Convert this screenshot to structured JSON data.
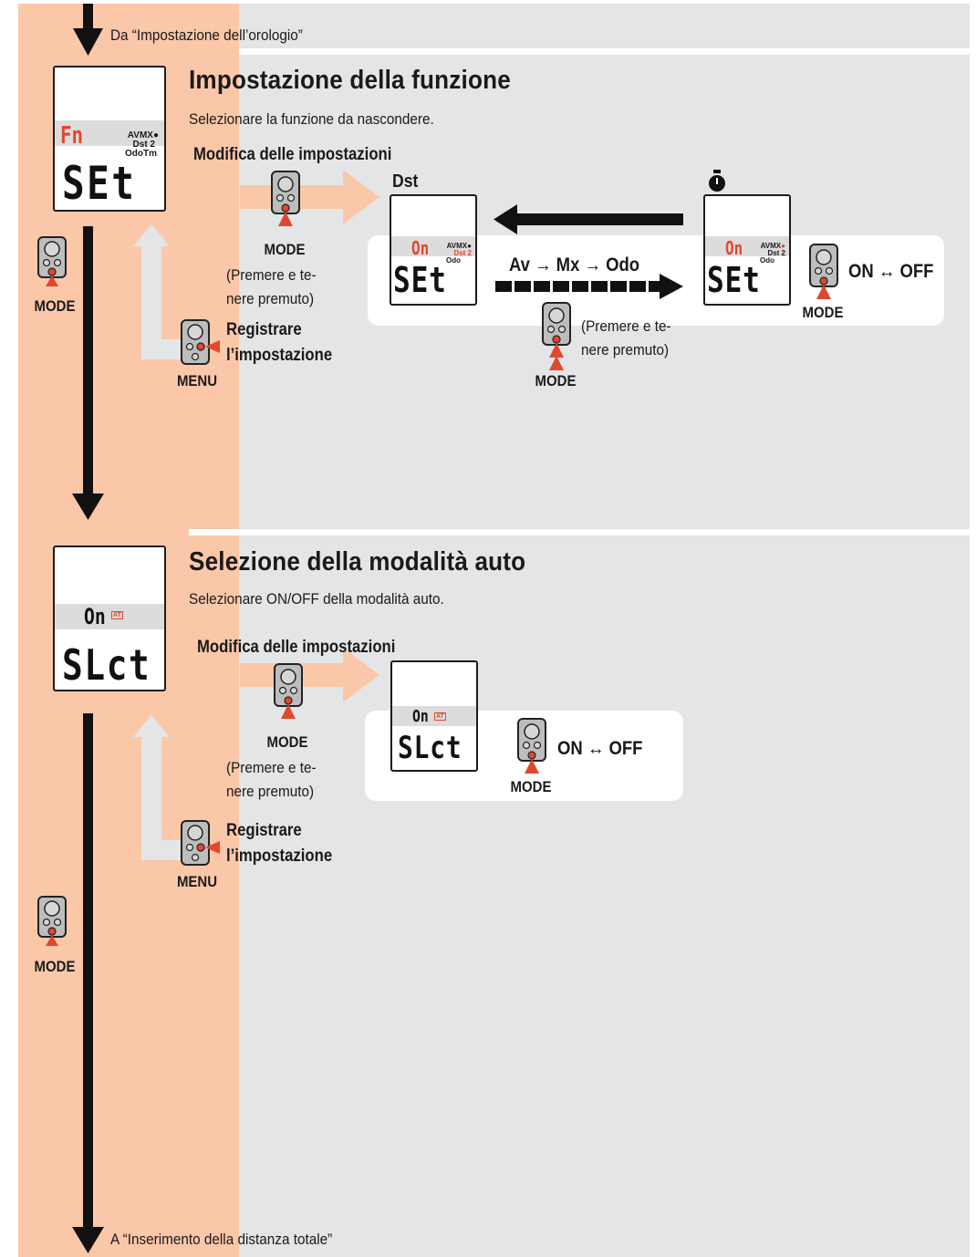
{
  "flow": {
    "from": "Da “Impostazione dell’orologio”",
    "to": "A “Inserimento della distanza totale”"
  },
  "section1": {
    "title": "Impostazione della funzione",
    "subtitle": "Selezionare la funzione da nascondere.",
    "modify_label": "Modifica delle impostazioni",
    "hold_line1": "(Premere e te-",
    "hold_line2": "nere premuto)",
    "register_line1": "Registrare",
    "register_line2": "l’impostazione",
    "cycle_label": "Av → Mx → Odo",
    "dst_label": "Dst",
    "on_off": "ON ↔ OFF",
    "lcd_main": {
      "top": "Fn",
      "main": "SEt",
      "icons": [
        "AVMX",
        "Dst",
        "OdoTm"
      ]
    },
    "lcd_mid": {
      "top": "On",
      "main": "SEt",
      "icons": [
        "AVMX",
        "Dst",
        "Odo"
      ]
    },
    "lcd_right": {
      "top": "On",
      "main": "SEt",
      "icons": [
        "AVMX",
        "Dst",
        "Odo"
      ]
    }
  },
  "section2": {
    "title": "Selezione della modalità auto",
    "subtitle": "Selezionare ON/OFF della modalità auto.",
    "modify_label": "Modifica delle impostazioni",
    "hold_line1": "(Premere e te-",
    "hold_line2": "nere premuto)",
    "register_line1": "Registrare",
    "register_line2": "l’impostazione",
    "on_off": "ON ↔ OFF",
    "lcd_main": {
      "top": "On",
      "badge": "AT",
      "main": "SLct"
    },
    "lcd_mid": {
      "top": "On",
      "badge": "AT",
      "main": "SLct"
    }
  },
  "buttons": {
    "mode": "MODE",
    "menu": "MENU"
  },
  "colors": {
    "accent": "#e0482e",
    "orange_band": "#fbc7a9",
    "gray_panel": "#e4e5e7"
  }
}
